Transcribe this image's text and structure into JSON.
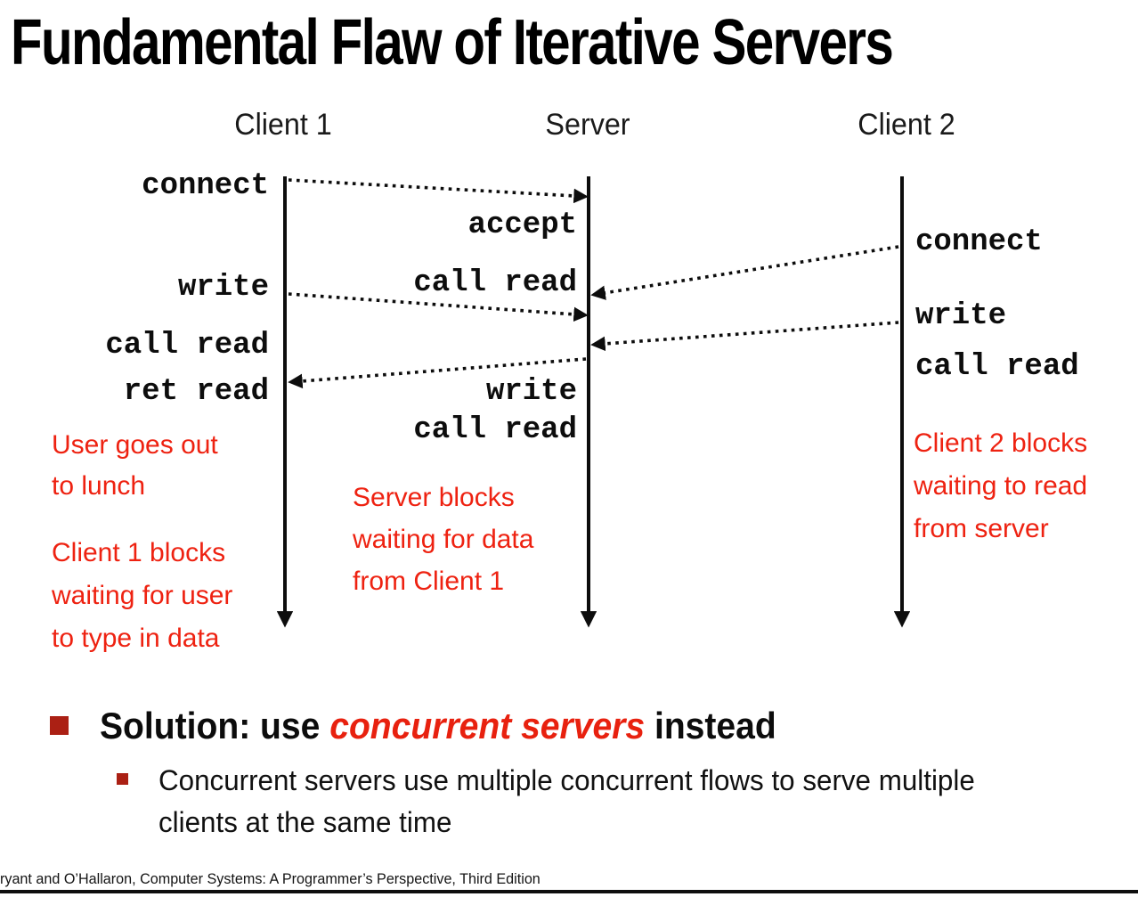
{
  "slide": {
    "title": "Fundamental Flaw of Iterative Servers",
    "footer": "ryant and O’Hallaron, Computer Systems: A Programmer’s Perspective, Third Edition"
  },
  "colors": {
    "annotation_red": "#ee2211",
    "accent_red": "#e8210f",
    "bullet_red": "#ab2014"
  },
  "diagram": {
    "columns": [
      {
        "label": "Client 1"
      },
      {
        "label": "Server"
      },
      {
        "label": "Client 2"
      }
    ],
    "client1_events": {
      "connect": "connect",
      "write": "write",
      "call_read": "call read",
      "ret_read": "ret read"
    },
    "server_events": {
      "accept": "accept",
      "call_read_1": "call read",
      "write": "write",
      "call_read_2": "call read"
    },
    "client2_events": {
      "connect": "connect",
      "write": "write",
      "call_read": "call read"
    },
    "annotations": {
      "client1_lunch": "User goes out\nto lunch",
      "client1_blocks": "Client 1 blocks\nwaiting for user\nto type in data",
      "server_blocks": "Server blocks\nwaiting for data\nfrom Client 1",
      "client2_blocks": "Client 2 blocks\nwaiting to read\nfrom server"
    }
  },
  "solution": {
    "prefix": "Solution: use ",
    "highlight": "concurrent servers",
    "suffix": " instead",
    "detail": "Concurrent servers use multiple concurrent flows to serve multiple\nclients at the same time"
  }
}
